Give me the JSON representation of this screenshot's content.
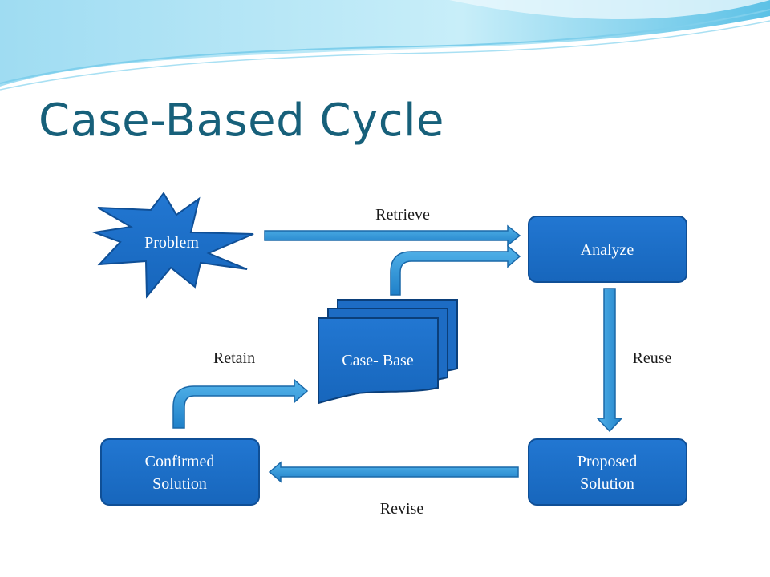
{
  "title": "Case-Based Cycle",
  "colors": {
    "title": "#17607a",
    "node_fill": "#1b6fc8",
    "node_stroke": "#0f4f96",
    "arrow_fill": "#2a8fd6",
    "arrow_stroke": "#1a68a8",
    "label": "#1a1a1a",
    "wave_light": "#bfe7f5",
    "wave_dark": "#4fb9e3"
  },
  "nodes": {
    "problem": "Problem",
    "analyze": "Analyze",
    "case_base": "Case- Base",
    "proposed_solution": [
      "Proposed",
      "Solution"
    ],
    "confirmed_solution": [
      "Confirmed",
      "Solution"
    ]
  },
  "edges": {
    "retrieve": "Retrieve",
    "reuse": "Reuse",
    "revise": "Revise",
    "retain": "Retain"
  }
}
